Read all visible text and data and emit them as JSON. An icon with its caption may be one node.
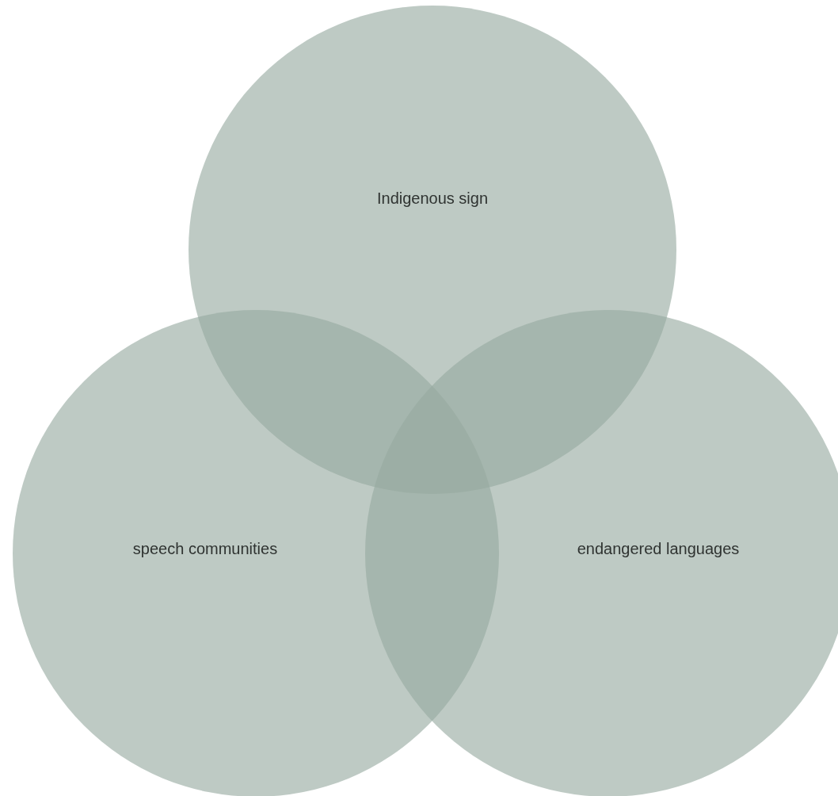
{
  "diagram": {
    "nodes": [
      {
        "text": [
          "Indigenous sign"
        ]
      },
      {
        "text": [
          "speech communities"
        ]
      },
      {
        "text": [
          "endangered languages"
        ]
      }
    ]
  }
}
